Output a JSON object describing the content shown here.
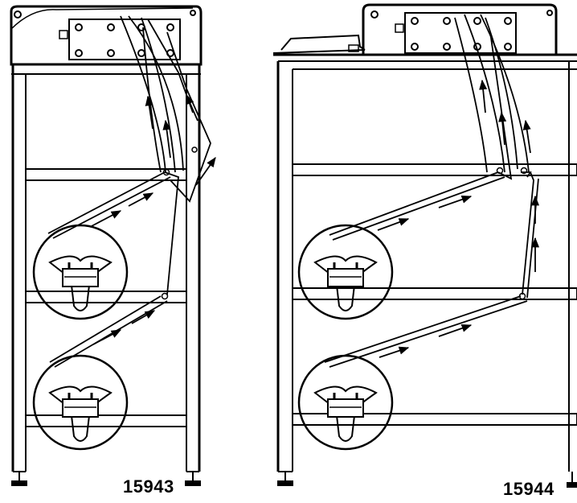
{
  "figures": [
    {
      "id": "left",
      "number": "15943"
    },
    {
      "id": "right",
      "number": "15944"
    }
  ],
  "colors": {
    "ink": "#000000",
    "paper": "#ffffff"
  },
  "icons": [
    "arrow-icon",
    "leveling-foot-icon",
    "bolt-icon"
  ]
}
